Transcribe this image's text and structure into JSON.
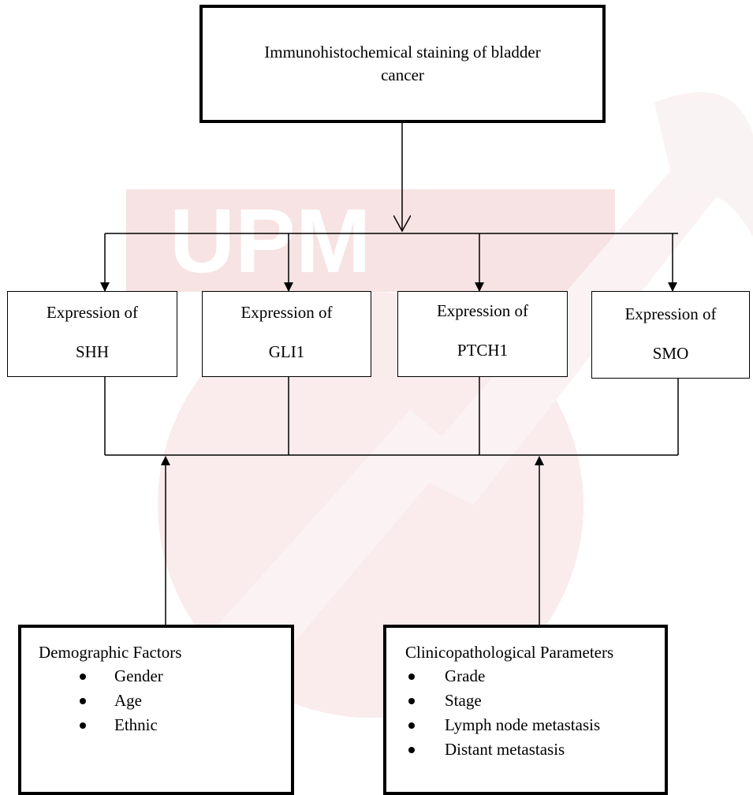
{
  "watermark": {
    "text": "UPM",
    "color": "#f4d3d3"
  },
  "top_box": {
    "text": "Immunohistochemical staining of bladder cancer"
  },
  "expression_boxes": [
    {
      "line1": "Expression of",
      "line2": "SHH"
    },
    {
      "line1": "Expression of",
      "line2": "GLI1"
    },
    {
      "line1": "Expression of",
      "line2": "PTCH1"
    },
    {
      "line1": "Expression of",
      "line2": "SMO"
    }
  ],
  "demographic": {
    "title": "Demographic Factors",
    "items": [
      "Gender",
      "Age",
      "Ethnic"
    ]
  },
  "clinicopathological": {
    "title": "Clinicopathological Parameters",
    "items": [
      "Grade",
      "Stage",
      "Lymph node metastasis",
      "Distant metastasis"
    ]
  }
}
